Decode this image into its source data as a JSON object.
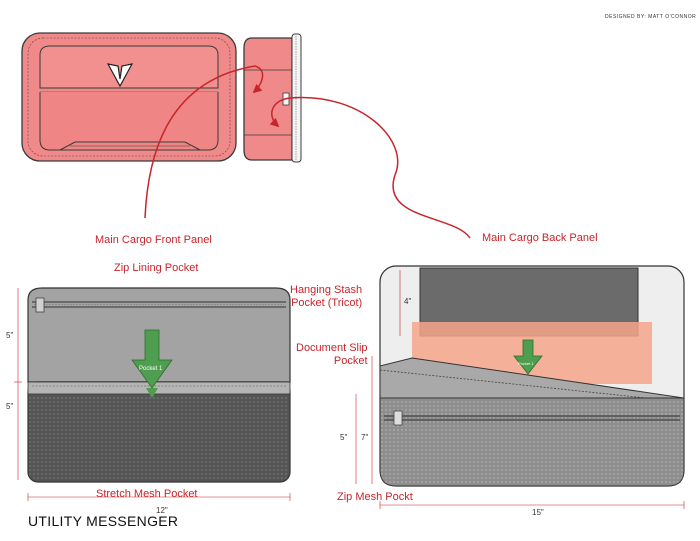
{
  "credit": "DESIGNED BY: MATT O'CONNOR",
  "title": "UTILITY MESSENGER",
  "callouts": {
    "front_panel": "Main Cargo Front Panel",
    "back_panel": "Main Cargo Back Panel",
    "zip_lining": "Zip Lining Pocket",
    "hanging_stash": "Hanging Stash\nPocket (Tricot)",
    "document_slip": "Document Slip\nPocket",
    "stretch_mesh": "Stretch Mesh Pocket",
    "zip_mesh": "Zip Mesh Pockt"
  },
  "dimensions": {
    "left_top": "5\"",
    "left_bottom": "5\"",
    "left_width": "12\"",
    "right_stash": "4\"",
    "right_inner": "5\"",
    "right_outer": "7\"",
    "right_width": "15\""
  },
  "pocket_tags": {
    "left": "Pocket 1",
    "right": "Pocket 1"
  },
  "colors": {
    "accent_red": "#c8242b",
    "bag_pink": "#f08a8a",
    "arrow_green": "#4f9d4f",
    "panel_gray": "#a3a3a3",
    "mesh_dark": "#5a5a5a",
    "doc_orange": "#f5a58a"
  }
}
